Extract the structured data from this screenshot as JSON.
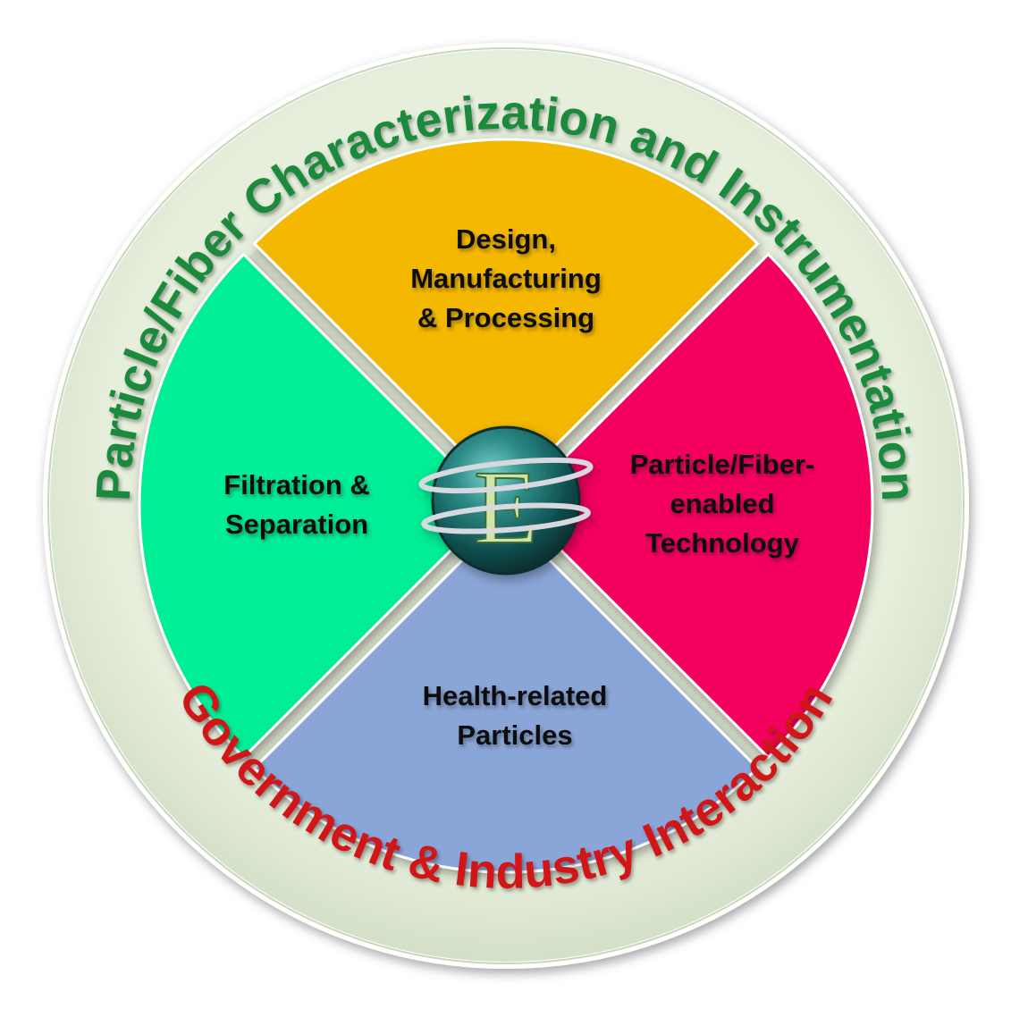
{
  "outer_ring": {
    "top_text": "Particle/Fiber Characterization and Instrumentation",
    "bottom_text": "Government & Industry Interaction",
    "top_color": "#1e8a3c",
    "bottom_color": "#d01818",
    "ring_color": "#dfe8d4"
  },
  "segments": {
    "top": {
      "lines": [
        "Design,",
        "Manufacturing",
        "& Processing"
      ],
      "color": "#f5b800"
    },
    "right": {
      "lines": [
        "Particle/Fiber-",
        "enabled",
        "Technology"
      ],
      "color": "#f4005f"
    },
    "bottom": {
      "lines": [
        "Health-related",
        "Particles"
      ],
      "color": "#8aa6d8"
    },
    "left": {
      "lines": [
        "Filtration &",
        "Separation"
      ],
      "color": "#00ee96"
    }
  },
  "center_logo": {
    "letter": "E",
    "icon": "globe-e-logo-icon"
  }
}
